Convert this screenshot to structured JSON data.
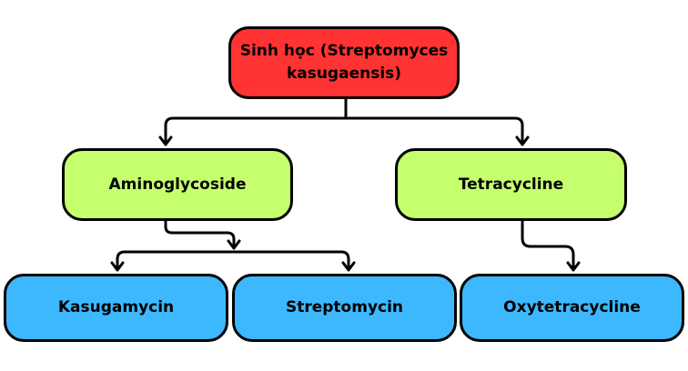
{
  "colors": {
    "root": "#ff3333",
    "category": "#c5ff6e",
    "leaf": "#3db8ff",
    "line": "#000000"
  },
  "nodes": {
    "root": "Sinh học (Streptomyces kasugaensis)",
    "aminoglycoside": "Aminoglycoside",
    "tetracycline": "Tetracycline",
    "kasugamycin": "Kasugamycin",
    "streptomycin": "Streptomycin",
    "oxytetracycline": "Oxytetracycline"
  }
}
